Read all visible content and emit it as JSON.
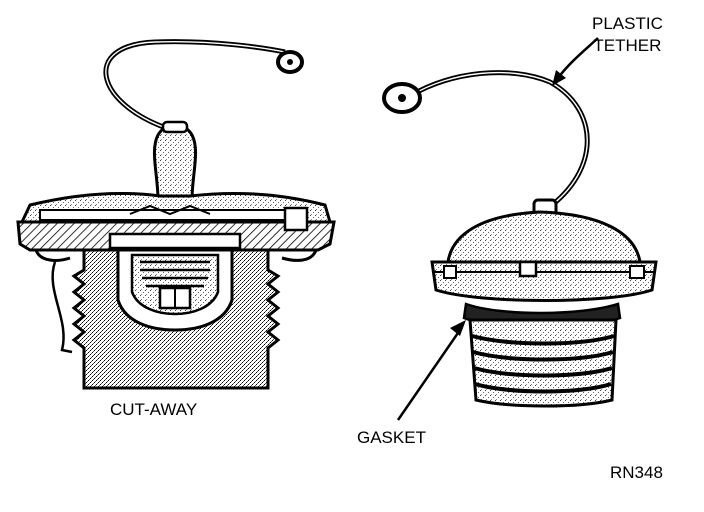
{
  "labels": {
    "tether_line1": "PLASTIC",
    "tether_line2": "TETHER",
    "cutaway": "CUT-AWAY",
    "gasket": "GASKET",
    "figure_ref": "RN348"
  },
  "colors": {
    "ink": "#000000",
    "shade": "#bdbdbd",
    "paper": "#ffffff"
  }
}
